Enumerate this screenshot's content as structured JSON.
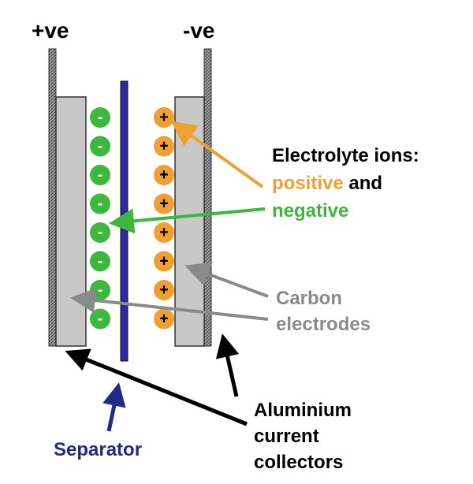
{
  "terminals": {
    "positive": "+ve",
    "negative": "-ve"
  },
  "ions": {
    "negative_sign": "-",
    "positive_sign": "+"
  },
  "labels": {
    "electrolyte_title": "Electrolyte ions:",
    "positive_word": "positive",
    "and_word": " and",
    "negative_word": "negative",
    "carbon_line1": "Carbon",
    "carbon_line2": "electrodes",
    "separator": "Separator",
    "collectors_line1": "Aluminium",
    "collectors_line2": "current",
    "collectors_line3": "collectors"
  },
  "colors": {
    "negative_ion": "#3cb83c",
    "positive_ion": "#f0a030",
    "separator": "#2a2a9a",
    "electrode": "#c8c8c8",
    "carbon_label": "#8a8a8a",
    "separator_label": "#1e2a8c",
    "collector_arrow": "#000000"
  }
}
